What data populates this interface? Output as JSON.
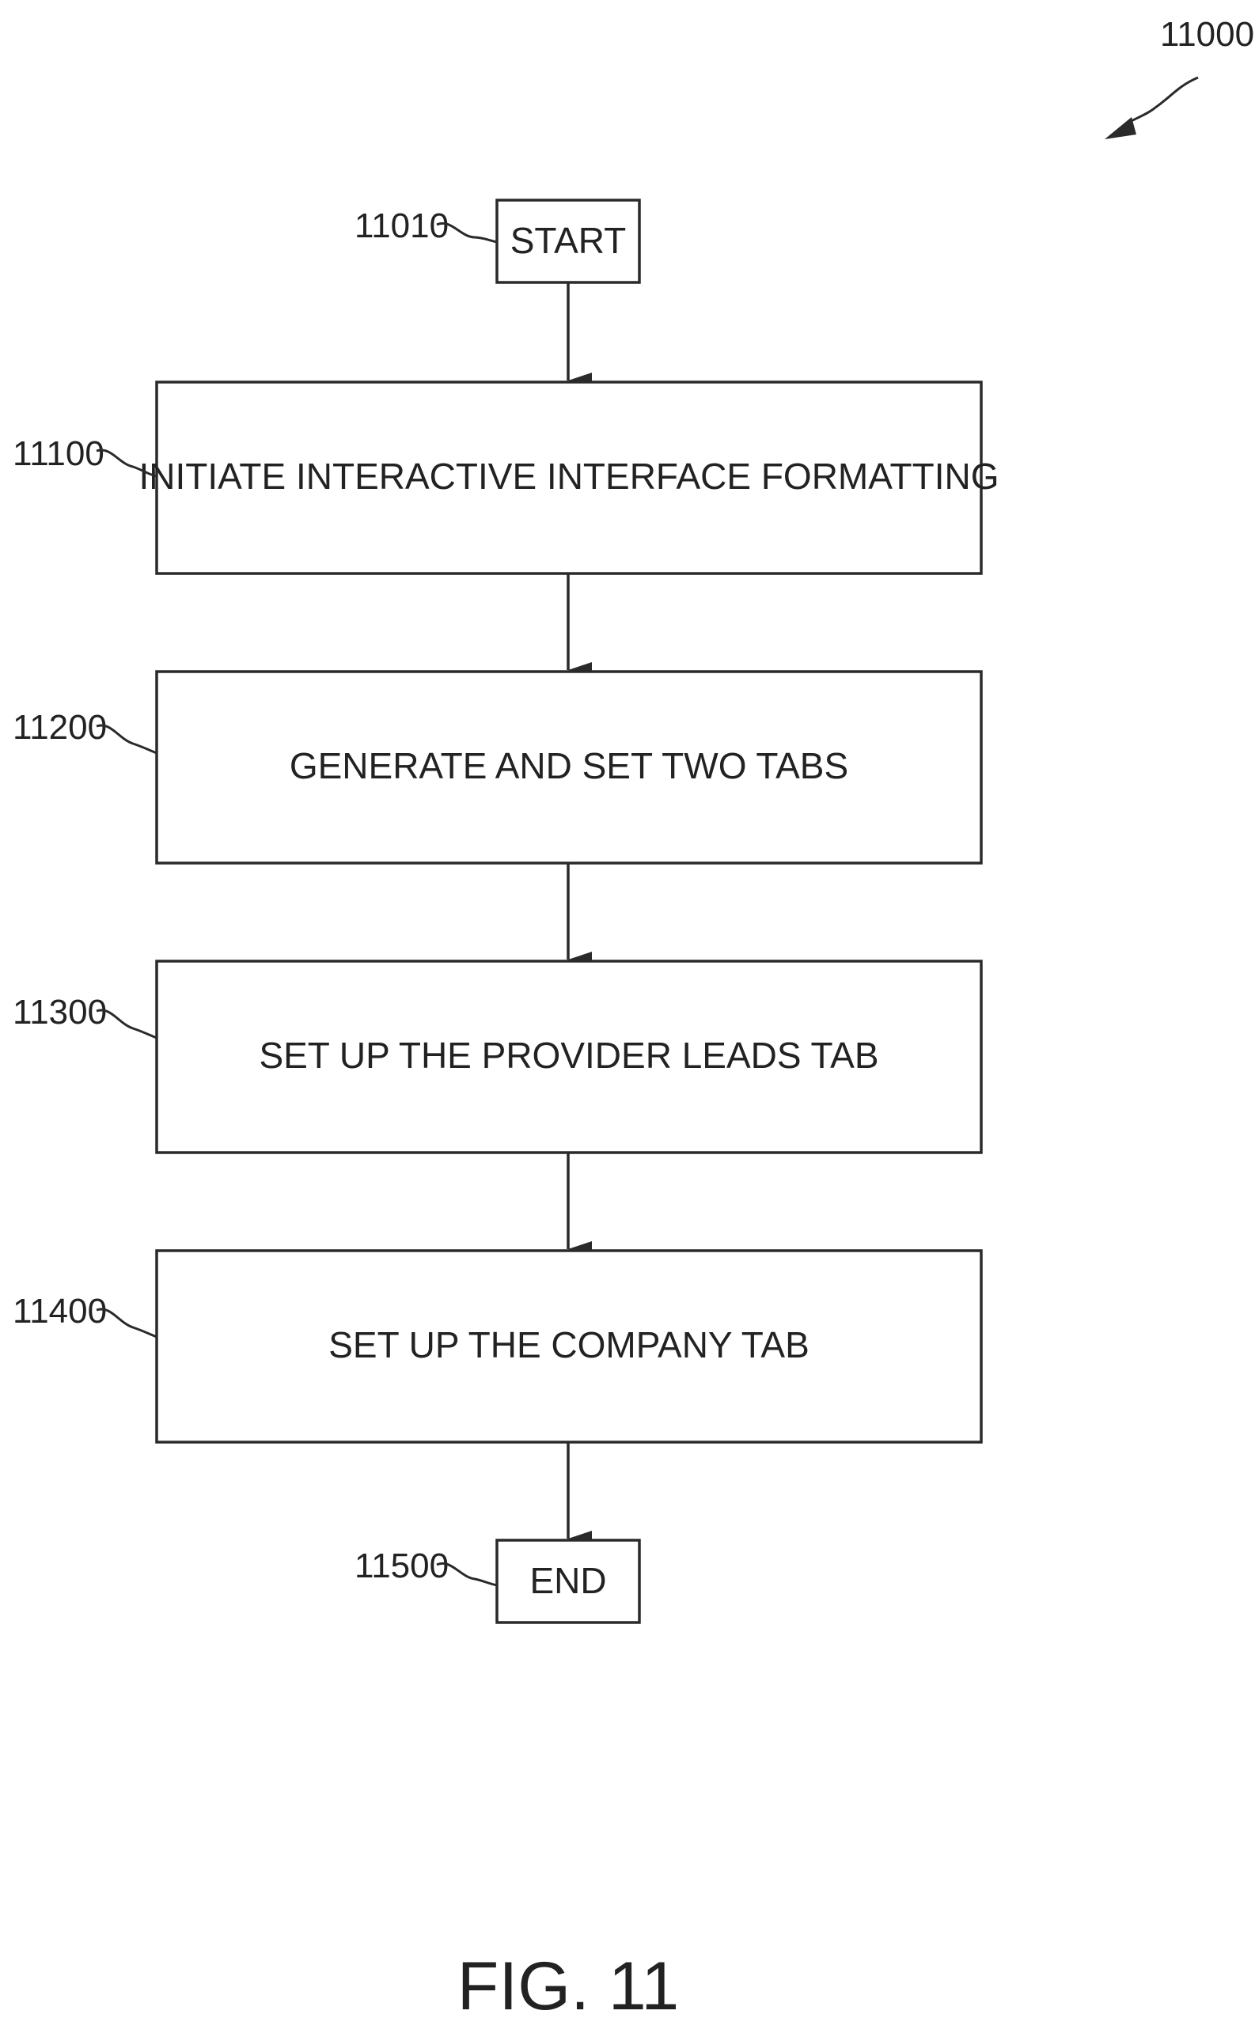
{
  "figure": {
    "ref": "11000",
    "caption": "FIG. 11"
  },
  "nodes": {
    "start": {
      "ref": "11010",
      "label": "START"
    },
    "step1": {
      "ref": "11100",
      "label": "INITIATE INTERACTIVE INTERFACE FORMATTING"
    },
    "step2": {
      "ref": "11200",
      "label": "GENERATE AND SET TWO TABS"
    },
    "step3": {
      "ref": "11300",
      "label": "SET UP THE PROVIDER LEADS TAB"
    },
    "step4": {
      "ref": "11400",
      "label": "SET UP THE COMPANY TAB"
    },
    "end": {
      "ref": "11500",
      "label": "END"
    }
  },
  "colors": {
    "line": "#2a2a2a",
    "text": "#222222",
    "background": "#ffffff"
  }
}
